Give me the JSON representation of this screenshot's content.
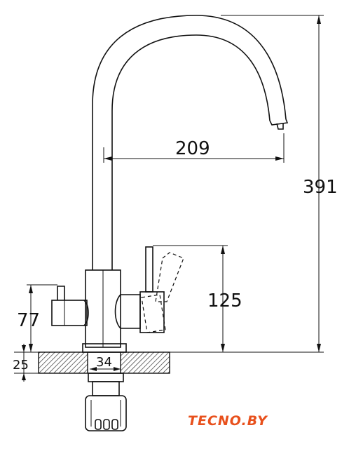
{
  "dimensions": {
    "spout_reach": "209",
    "total_height": "391",
    "lever_height": "125",
    "side_outlet_height": "77",
    "base_thickness": "25",
    "shank_diameter": "34"
  },
  "brand": {
    "logo_text": "TECNO.BY",
    "color": "#e8501c"
  }
}
